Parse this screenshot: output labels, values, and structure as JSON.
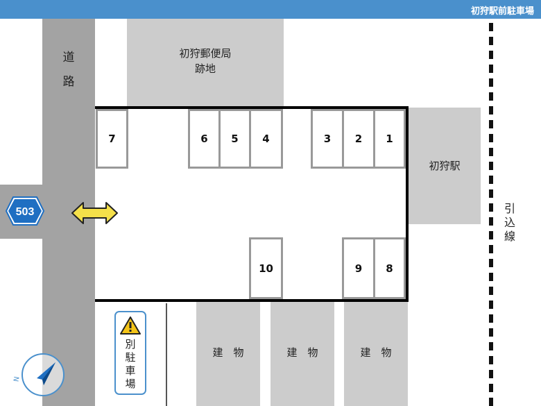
{
  "header": {
    "title": "初狩駅前駐車場"
  },
  "road": {
    "label_1": "道",
    "label_2": "路"
  },
  "route": {
    "number": "503"
  },
  "post_office_site": {
    "line1": "初狩郵便局",
    "line2": "跡地"
  },
  "station": {
    "name": "初狩駅"
  },
  "siding": {
    "c1": "引",
    "c2": "込",
    "c3": "線"
  },
  "other_parking": {
    "c1": "別",
    "c2": "駐",
    "c3": "車",
    "c4": "場"
  },
  "buildings": [
    {
      "label": "建　物"
    },
    {
      "label": "建　物"
    },
    {
      "label": "建　物"
    }
  ],
  "spaces": [
    "1",
    "2",
    "3",
    "4",
    "5",
    "6",
    "7",
    "8",
    "9",
    "10"
  ],
  "compass": {
    "north": "N"
  },
  "colors": {
    "header": "#4a90cc",
    "road": "#a3a3a3",
    "building": "#cccccc",
    "arrow": "#f5e04a",
    "route_sign": "#1f6fc2"
  }
}
